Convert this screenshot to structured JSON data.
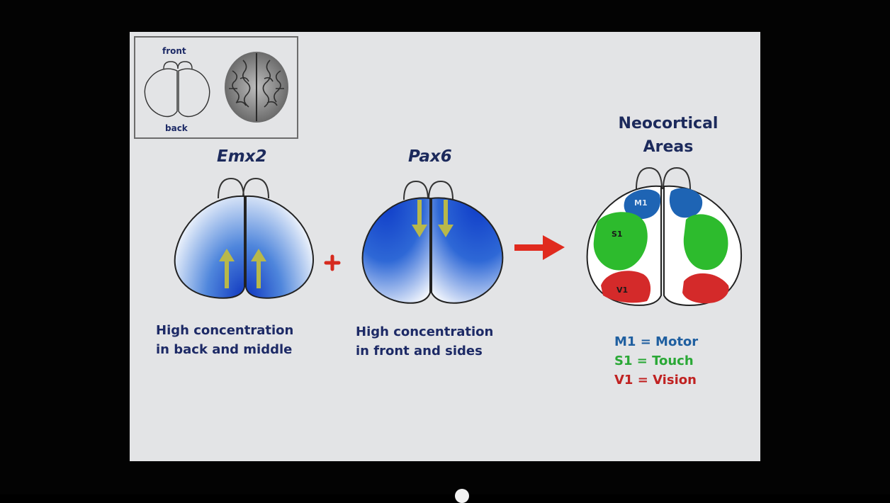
{
  "inset": {
    "front_label": "front",
    "back_label": "back"
  },
  "panels": [
    {
      "gene": "Emx2",
      "description_lines": [
        "High concentration",
        "in back and middle"
      ]
    },
    {
      "gene": "Pax6",
      "description_lines": [
        "High concentration",
        "in front and sides"
      ]
    }
  ],
  "plus_symbol": "+",
  "result": {
    "title_lines": [
      "Neocortical",
      "Areas"
    ],
    "region_labels": [
      "M1",
      "S1",
      "V1"
    ],
    "legend": [
      {
        "label": "M1 = Motor",
        "color": "#1f5fa0"
      },
      {
        "label": "S1 = Touch",
        "color": "#2aa836"
      },
      {
        "label": "V1 = Vision",
        "color": "#c02222"
      }
    ]
  },
  "colors": {
    "gradient_blue": "#1846c8",
    "arrow_red": "#e02a1e",
    "arrow_yellow": "#b8b84a",
    "motor_blue": "#1e64b4",
    "touch_green": "#2dbb2d",
    "vision_red": "#d42a2a"
  }
}
